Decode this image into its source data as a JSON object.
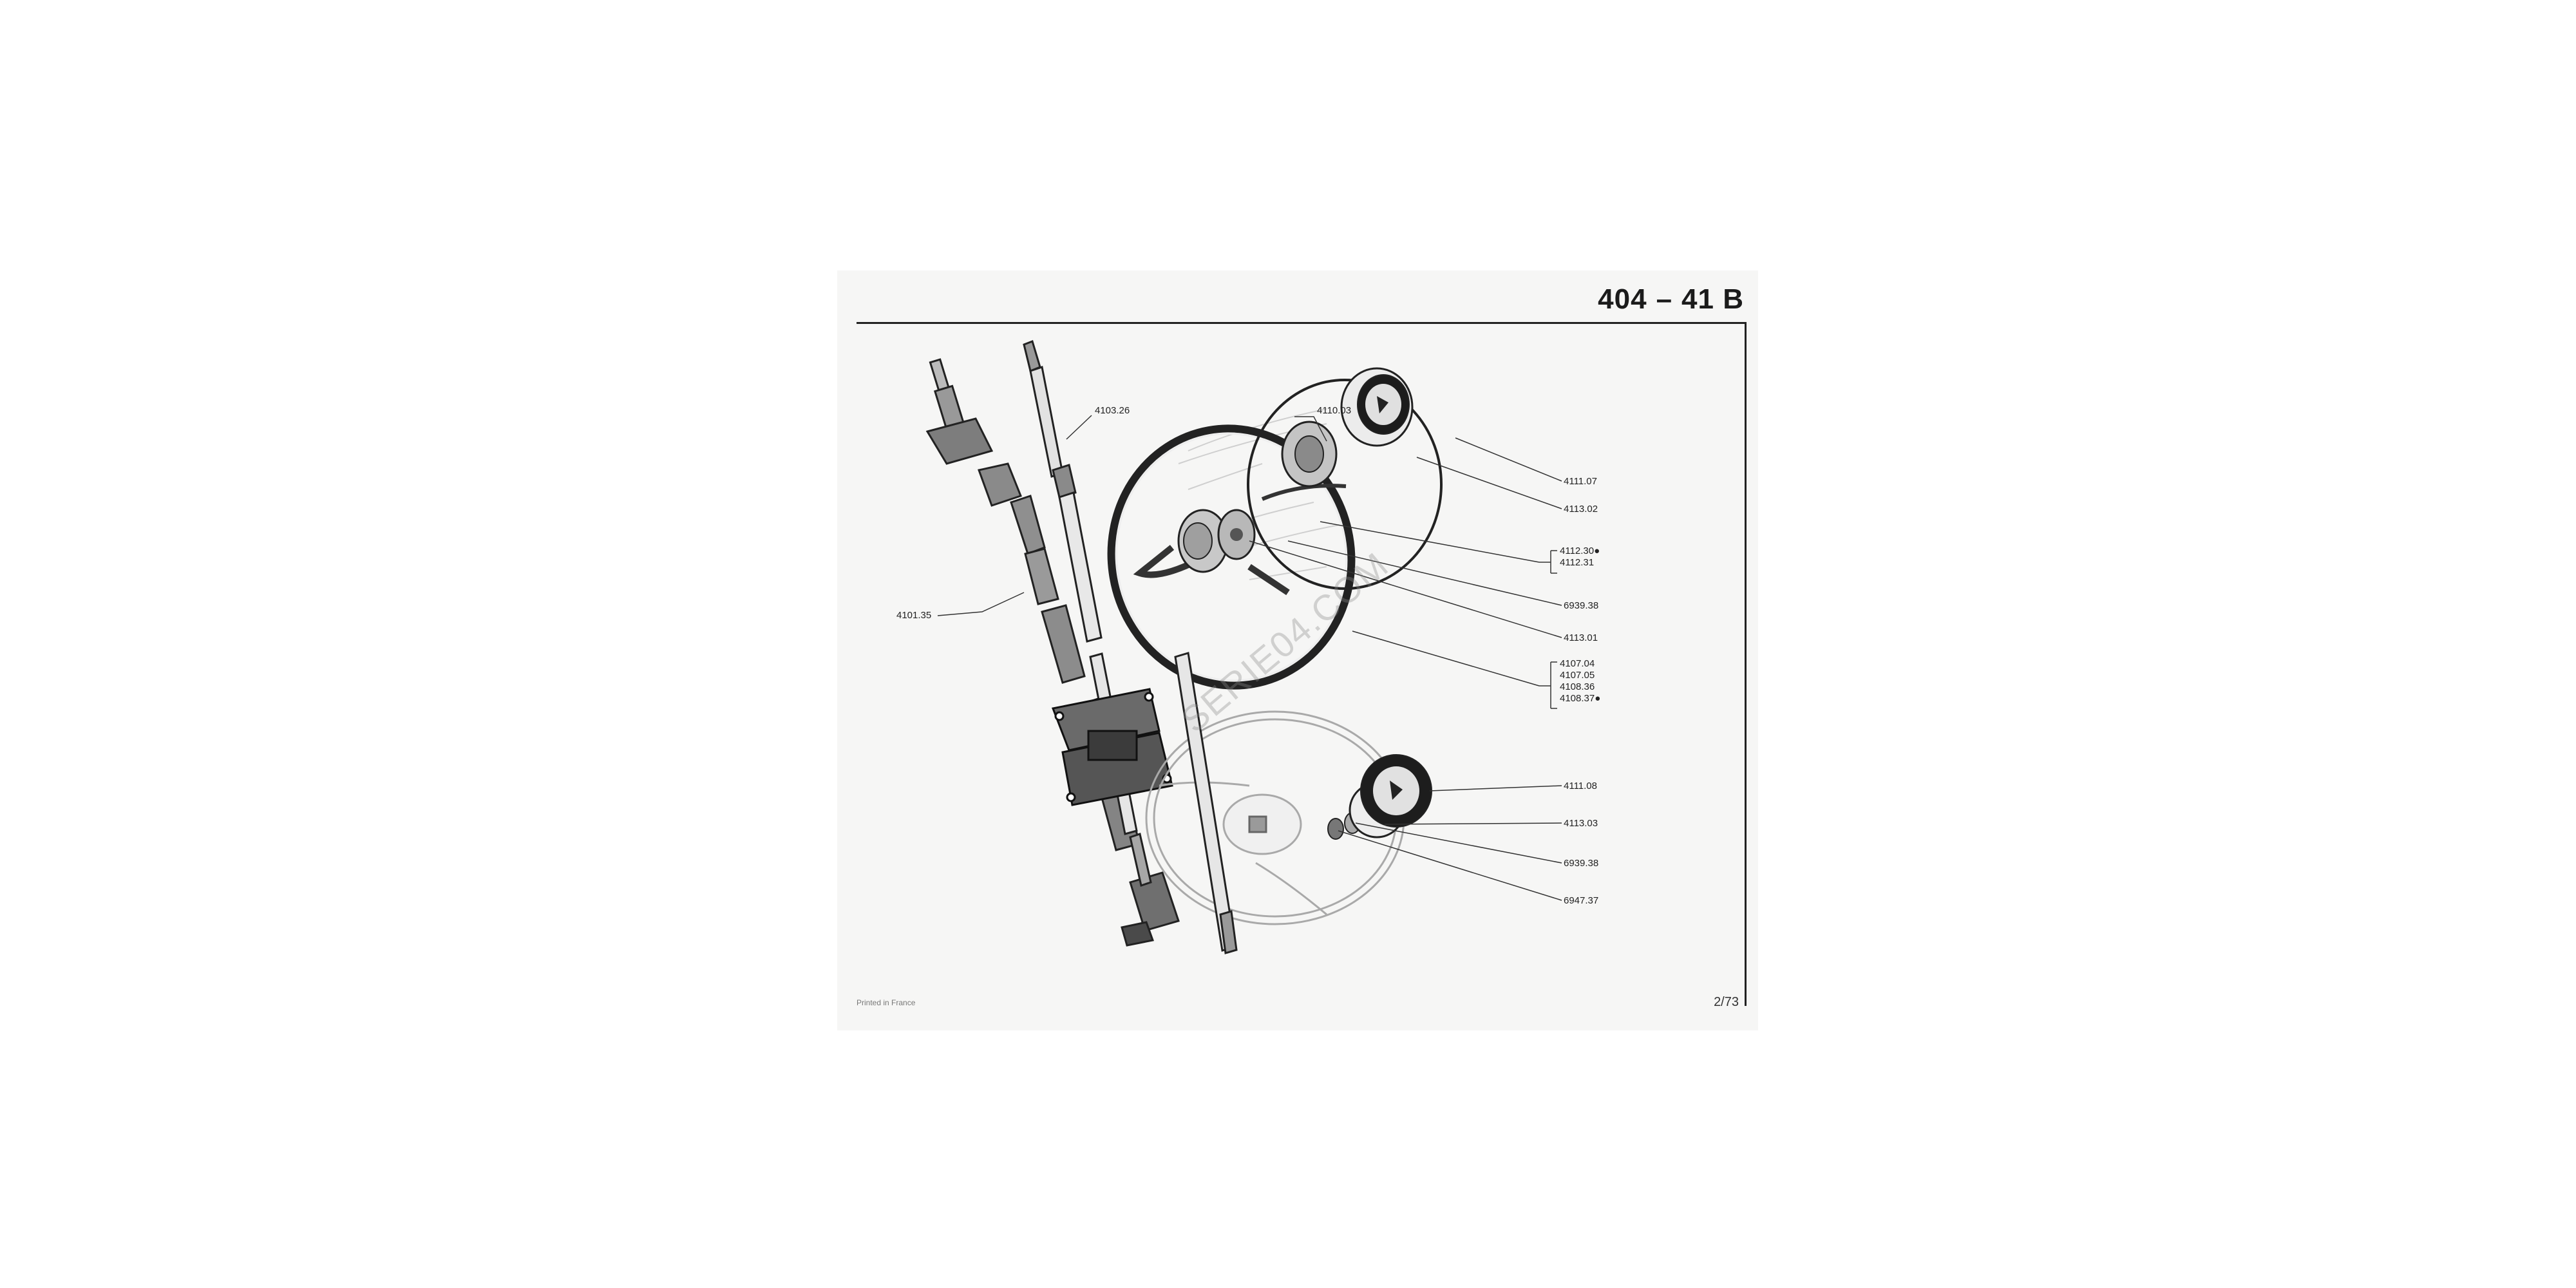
{
  "header": {
    "model": "404",
    "separator": "–",
    "section": "41 B"
  },
  "footer": {
    "printed": "Printed in France",
    "page": "2/73"
  },
  "watermark": "SERIE04.COM",
  "callouts": {
    "c4103_26": "4103.26",
    "c4101_35": "4101.35",
    "c4110_03": "4110.03",
    "c4111_07": "4111.07",
    "c4113_02": "4113.02",
    "c4112_30": "4112.30●",
    "c4112_31": "4112.31",
    "c6939_38a": "6939.38",
    "c4113_01": "4113.01",
    "c4107_04": "4107.04",
    "c4107_05": "4107.05",
    "c4108_36": "4108.36",
    "c4108_37": "4108.37●",
    "c4111_08": "4111.08",
    "c4113_03": "4113.03",
    "c6939_38b": "6939.38",
    "c6947_37": "6947.37"
  }
}
